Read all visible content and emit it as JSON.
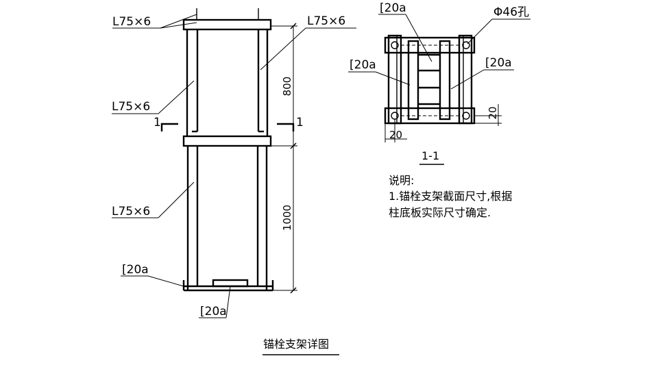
{
  "elevation": {
    "labels": {
      "top_angle": "L75×6",
      "right_angle": "L75×6",
      "mid_angle": "L75×6",
      "lower_angle": "L75×6",
      "left_channel": "[20a",
      "bottom_channel": "[20a"
    },
    "dimensions": {
      "upper": "800",
      "lower": "1000"
    },
    "section_marks": {
      "left": "1",
      "right": "1"
    },
    "title": "锚栓支架详图"
  },
  "section": {
    "title": "1-1",
    "labels": {
      "top_channel": "[20a",
      "hole": "Φ46孔",
      "left_channel": "[20a",
      "right_channel": "[20a"
    },
    "dimensions": {
      "bottom_edge": "20",
      "right_edge": "20"
    }
  },
  "notes": {
    "heading": "说明:",
    "line1": "1.锚栓支架截面尺寸,根据",
    "line2": "柱底板实际尺寸确定."
  }
}
